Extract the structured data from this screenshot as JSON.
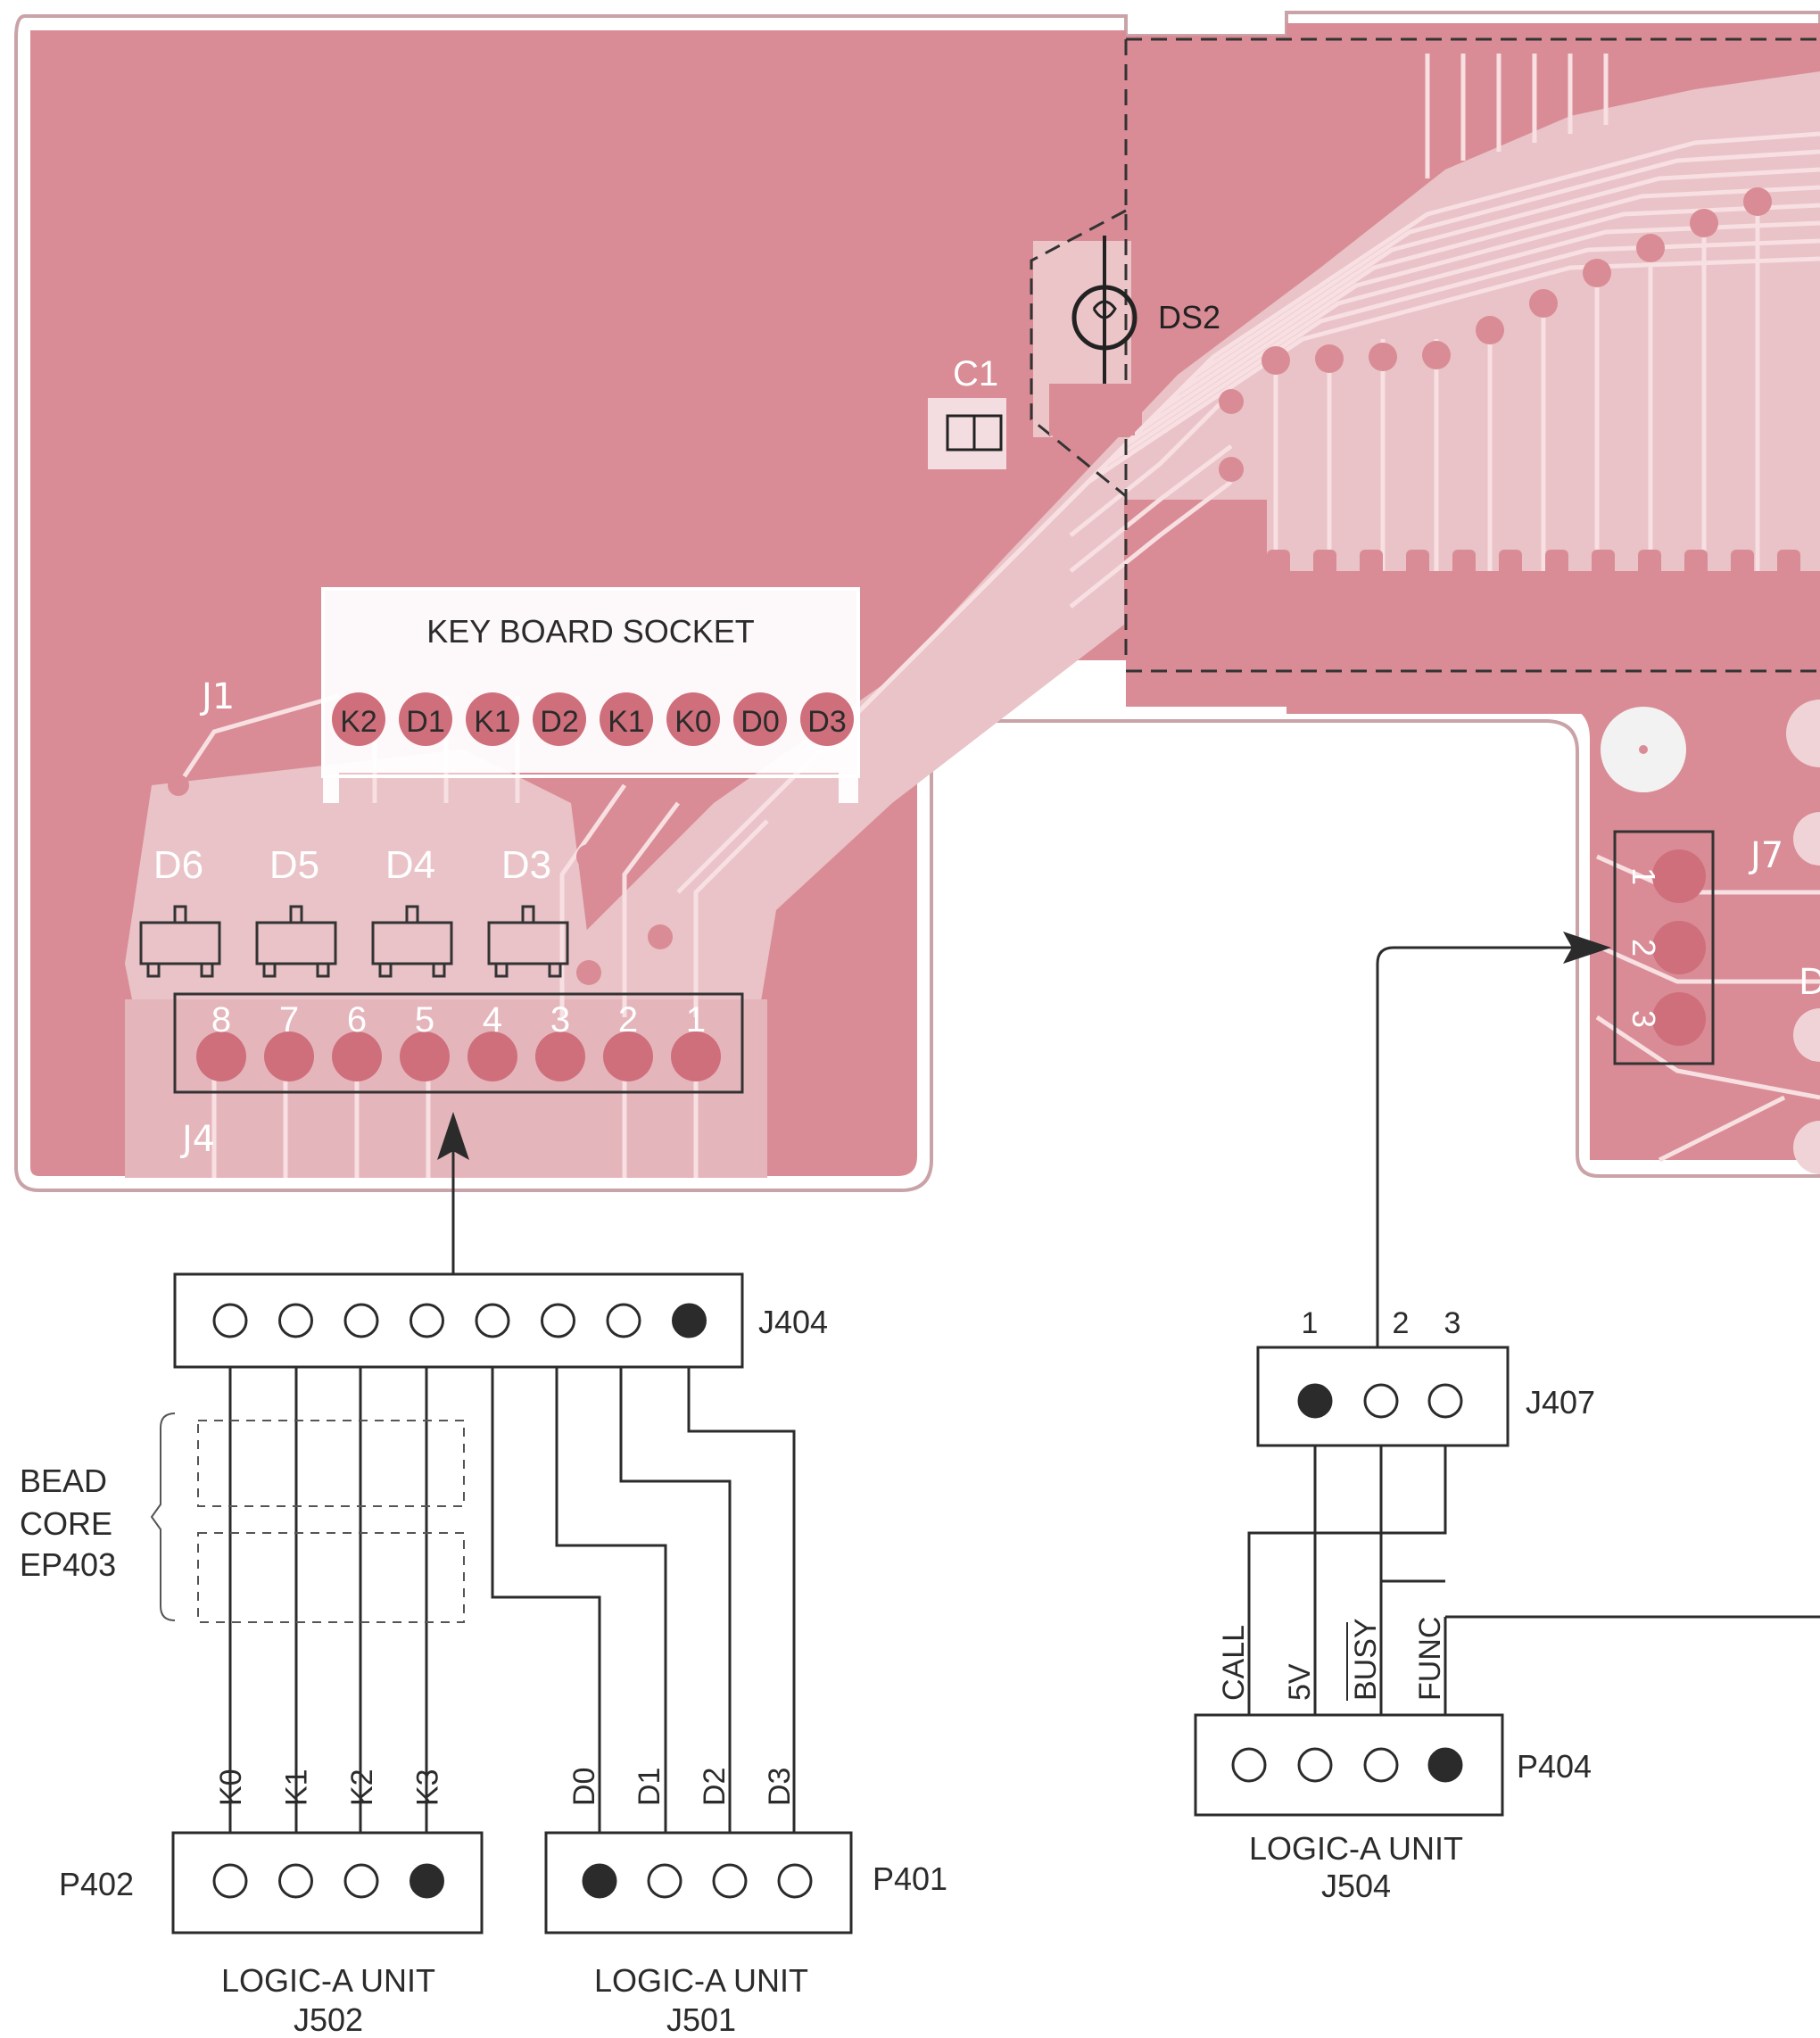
{
  "colors": {
    "board": "#d98c95",
    "board_light": "#e9c3c7",
    "trace": "#f7dfe2",
    "pad": "#cf6f7c",
    "ink": "#2b2b2b",
    "paper": "#ffffff"
  },
  "pcb": {
    "keyboard_socket_title": "KEY BOARD SOCKET",
    "j1_label": "J1",
    "j1_pins": [
      "K2",
      "D1",
      "K1",
      "D2",
      "K1",
      "K0",
      "D0",
      "D3"
    ],
    "ds2_label": "DS2",
    "c1_label": "C1",
    "diodes": [
      "D6",
      "D5",
      "D4",
      "D3"
    ],
    "j4_label": "J4",
    "j4_pins": [
      "8",
      "7",
      "6",
      "5",
      "4",
      "3",
      "2",
      "1"
    ],
    "j7_label": "J7",
    "j7_pins": [
      "1",
      "2",
      "3"
    ],
    "edge_letter": "D"
  },
  "schematic": {
    "j404_label": "J404",
    "bead_core_lines": [
      "BEAD",
      "CORE",
      "EP403"
    ],
    "p402_label": "P402",
    "p402_pins": [
      "K0",
      "K1",
      "K2",
      "K3"
    ],
    "p401_label": "P401",
    "p401_pins": [
      "D0",
      "D1",
      "D2",
      "D3"
    ],
    "unit_j502": [
      "LOGIC-A UNIT",
      "J502"
    ],
    "unit_j501": [
      "LOGIC-A UNIT",
      "J501"
    ],
    "j407_label": "J407",
    "j407_pins": [
      "1",
      "2",
      "3"
    ],
    "p404_label": "P404",
    "p404_pins": [
      "CALL",
      "5V",
      "BUSY",
      "FUNC"
    ],
    "unit_j504": [
      "LOGIC-A UNIT",
      "J504"
    ]
  }
}
